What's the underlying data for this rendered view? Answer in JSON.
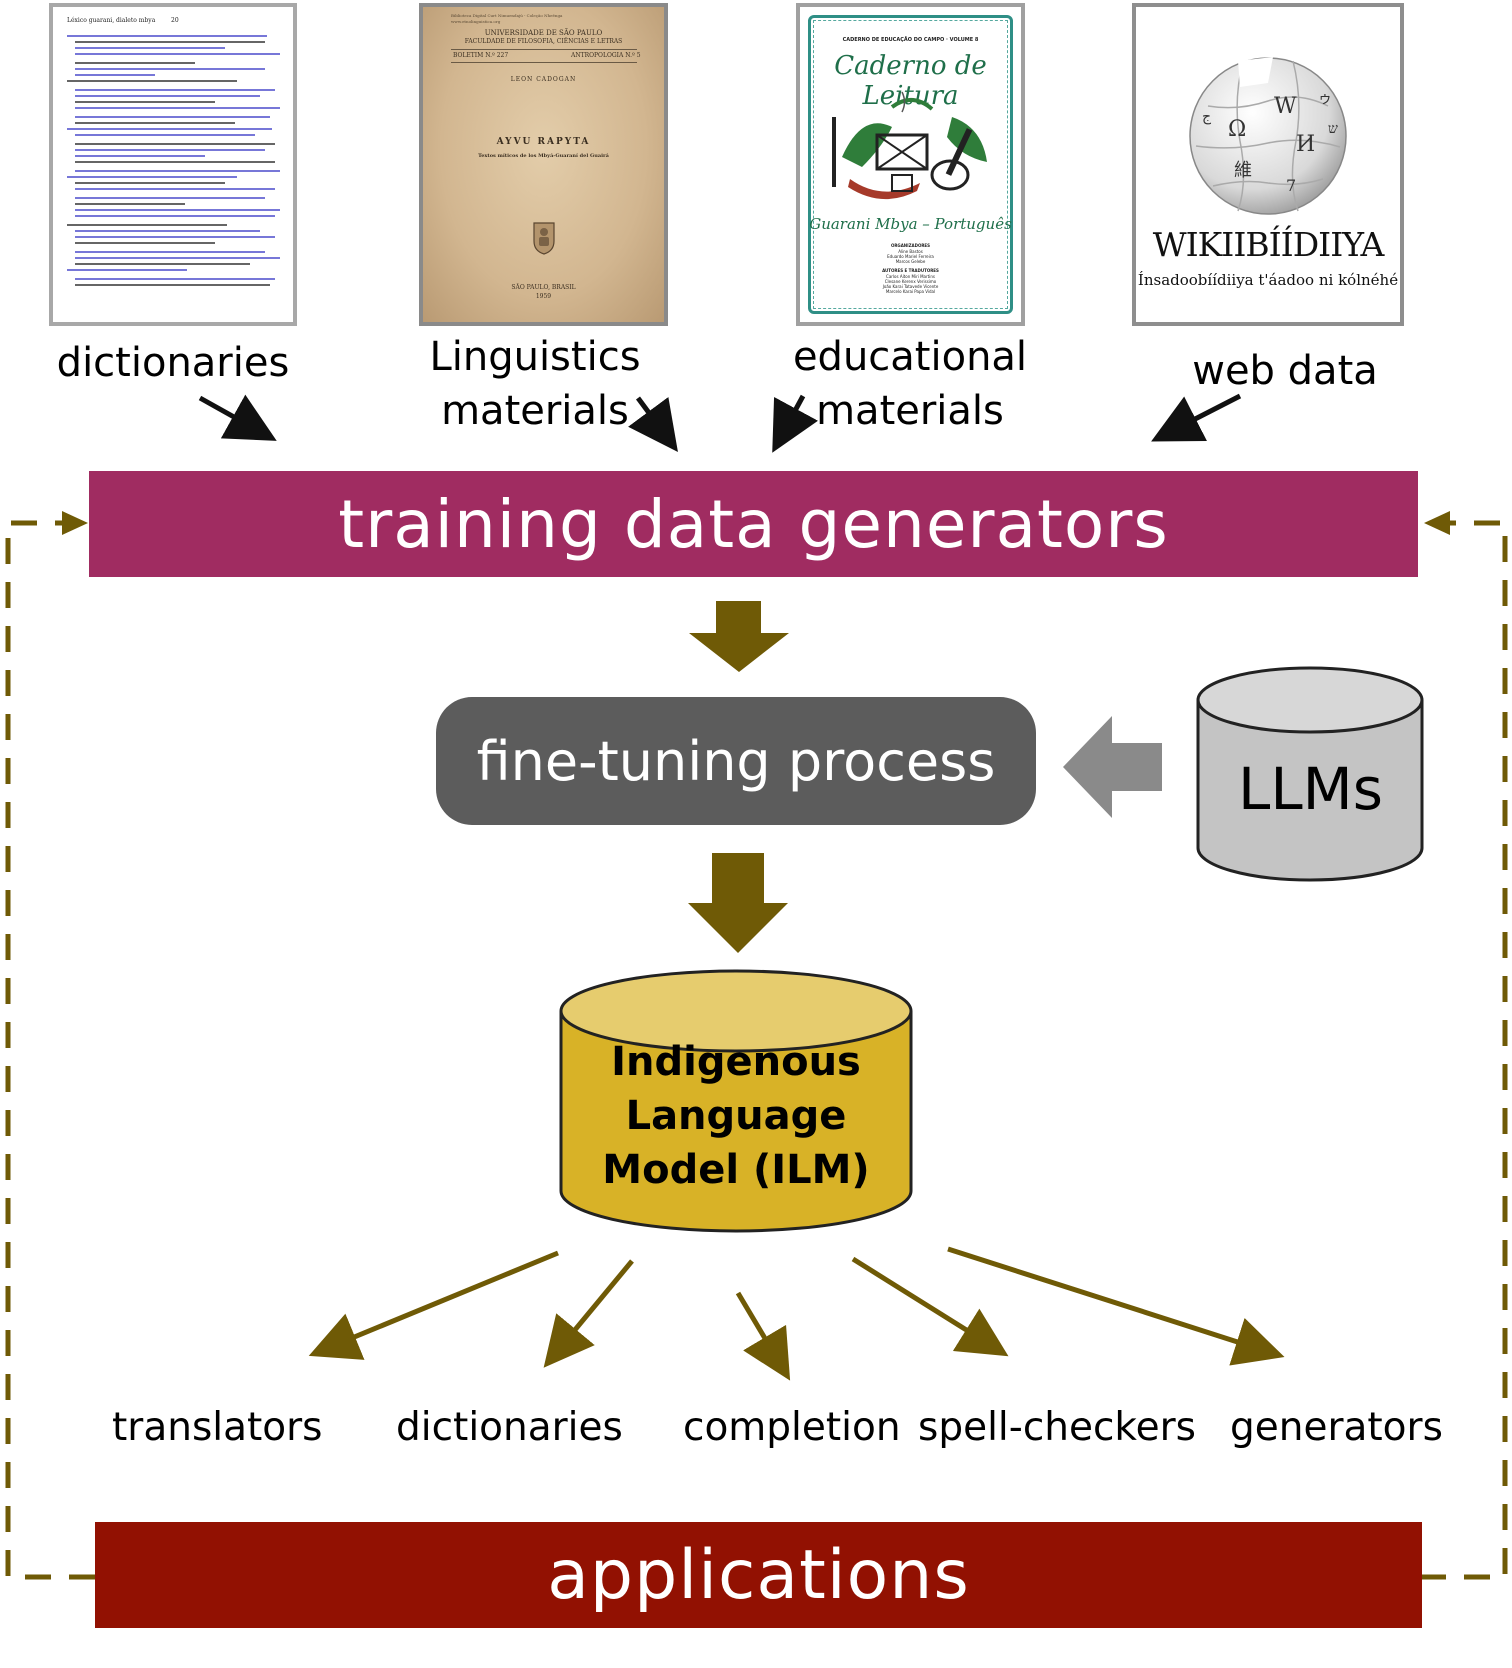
{
  "sources": [
    {
      "label": "dictionaries",
      "thumb_icon": "dictionary-page-icon"
    },
    {
      "label_lines": [
        "Linguistics",
        "materials"
      ],
      "thumb_icon": "book-cover-icon"
    },
    {
      "label_lines": [
        "educational",
        "materials"
      ],
      "thumb_icon": "educational-book-icon"
    },
    {
      "label": "web data",
      "thumb_icon": "wikipedia-logo-icon"
    }
  ],
  "thumbnails": {
    "dictionary": {
      "header": "Léxico guarani, dialeto mbya",
      "page": "20"
    },
    "linguistics_book": {
      "top_lines": [
        "Biblioteca Digital Curt Nimuendajú - Coleção Nheẽnga",
        "www.etnolinguistica.org"
      ],
      "university": "UNIVERSIDADE DE SÃO PAULO",
      "faculty": "FACULDADE DE FILOSOFIA, CIÊNCIAS E LETRAS",
      "bulletin": "BOLETIM N.º 227",
      "series": "ANTROPOLOGIA N.º 5",
      "author": "LEON CADOGAN",
      "title": "AYVU RAPYTA",
      "subtitle": "Textos míticos de los Mbyá-Guaraní del Guairá",
      "city": "SÃO PAULO, BRASIL",
      "year": "1959"
    },
    "educational_book": {
      "series": "CADERNO DE EDUCAÇÃO DO CAMPO · VOLUME 8",
      "title": "Caderno de Leitura",
      "languages": "Guarani Mbya – Português",
      "organizers_label": "ORGANIZADORES",
      "organizers": [
        "Aline Bastos",
        "Eduardo Mariel Ferreira",
        "Marcos Gelebe"
      ],
      "authors_label": "AUTORES E TRADUTORES",
      "authors": [
        "Carlos Aiton Miri Martins",
        "Clesane Kerenx Verissimo",
        "João Karai Tatavede Vicente",
        "Marcelo Karai Papa Vidal"
      ]
    },
    "wikipedia": {
      "wordmark": "WIKIIBÍÍDIIYA",
      "tagline": "Ínsadoobíídiiya t'áadoo ni kólnéhé",
      "puzzle_glyphs": [
        "W",
        "Ω",
        "И",
        "維",
        "ゥ",
        "ج",
        "ש",
        "7"
      ]
    }
  },
  "training": {
    "label": "training data generators",
    "color": "#a02c61"
  },
  "finetune": {
    "label": "fine-tuning process",
    "color": "#5c5c5c"
  },
  "llms": {
    "label": "LLMs",
    "color": "#c4c4c4"
  },
  "ilm": {
    "label_lines": [
      "Indigenous",
      "Language",
      "Model (ILM)"
    ],
    "color": "#d8b227"
  },
  "outputs": [
    "translators",
    "dictionaries",
    "completion",
    "spell-checkers",
    "generators"
  ],
  "applications": {
    "label": "applications",
    "color": "#921102"
  },
  "colors": {
    "olive_arrow": "#6f5a06",
    "dark_arrow": "#111111",
    "grey_arrow": "#8a8a8a",
    "loop_dash": "#6f5a06"
  }
}
